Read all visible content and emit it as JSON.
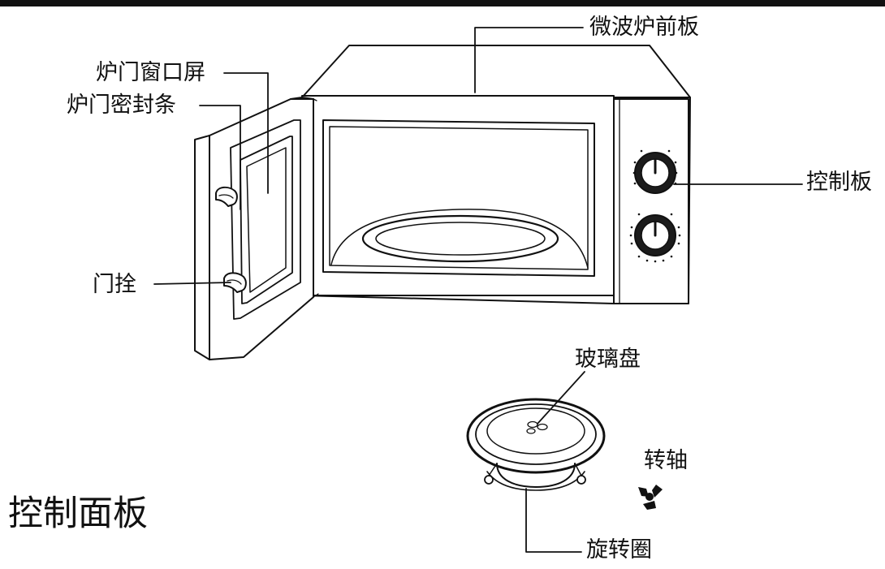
{
  "header_bar": {
    "color": "#111111"
  },
  "labels": {
    "front_panel": "微波炉前板",
    "door_window": "炉门窗口屏",
    "door_seal": "炉门密封条",
    "control_board": "控制板",
    "door_latch": "门拴",
    "glass_tray": "玻璃盘",
    "shaft": "转轴",
    "roller_ring": "旋转圈"
  },
  "section_title": "控制面板"
}
